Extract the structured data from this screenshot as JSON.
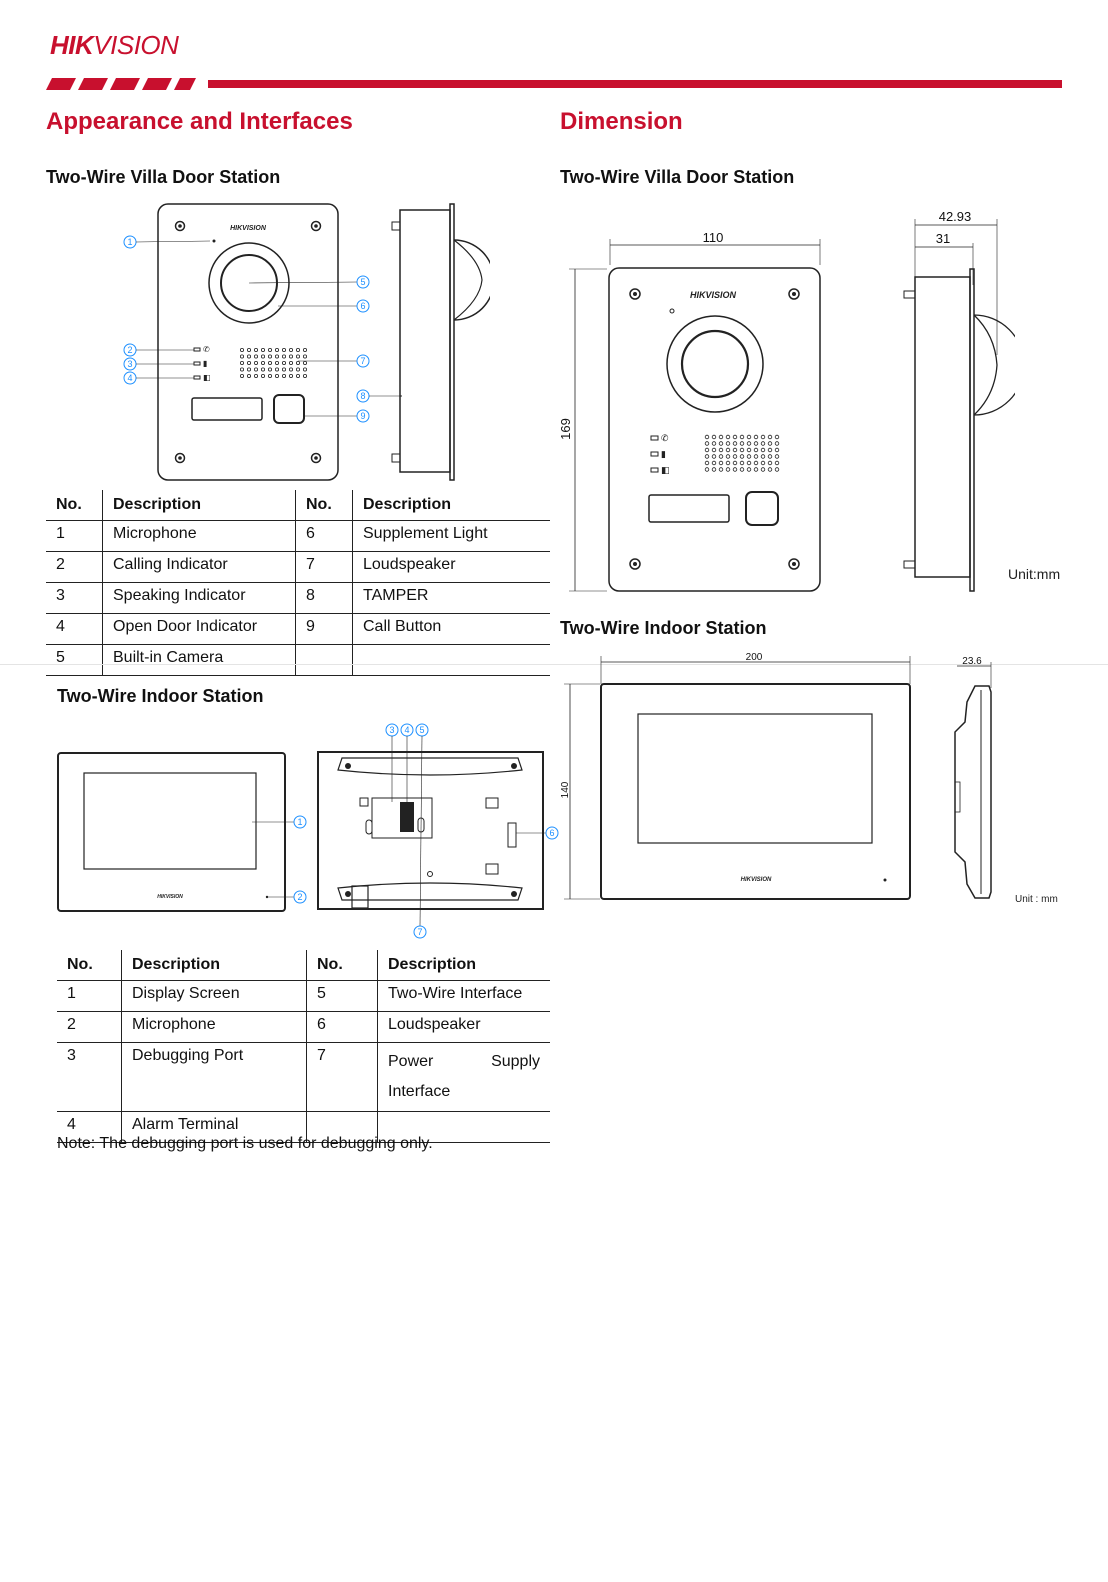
{
  "brand": {
    "name_bold": "HIK",
    "name_light": "VISION",
    "color": "#c8102e"
  },
  "appearance": {
    "title": "Appearance and Interfaces",
    "door_station": {
      "subtitle": "Two-Wire Villa Door Station",
      "headers": [
        "No.",
        "Description",
        "No.",
        "Description"
      ],
      "rows": [
        [
          "1",
          "Microphone",
          "6",
          "Supplement Light"
        ],
        [
          "2",
          "Calling Indicator",
          "7",
          "Loudspeaker"
        ],
        [
          "3",
          "Speaking Indicator",
          "8",
          "TAMPER"
        ],
        [
          "4",
          "Open Door Indicator",
          "9",
          "Call Button"
        ],
        [
          "5",
          "Built-in Camera",
          "",
          ""
        ]
      ]
    },
    "indoor_station": {
      "subtitle": "Two-Wire Indoor Station",
      "headers": [
        "No.",
        "Description",
        "No.",
        "Description"
      ],
      "rows": [
        [
          "1",
          "Display Screen",
          "5",
          "Two-Wire Interface"
        ],
        [
          "2",
          "Microphone",
          "6",
          "Loudspeaker"
        ],
        [
          "3",
          "Debugging Port",
          "7",
          "Power Supply Interface"
        ],
        [
          "4",
          "Alarm Terminal",
          "",
          ""
        ]
      ],
      "note": "Note: The debugging port is used for debugging only."
    }
  },
  "dimension": {
    "title": "Dimension",
    "door_station": {
      "subtitle": "Two-Wire Villa Door Station",
      "width": "110",
      "height": "169",
      "depth_total": "42.93",
      "depth_body": "31",
      "unit": "Unit:mm"
    },
    "indoor_station": {
      "subtitle": "Two-Wire Indoor Station",
      "width": "200",
      "height": "140",
      "depth": "23.6",
      "unit": "Unit : mm"
    }
  },
  "device_logo": "HIKVISION",
  "icons": [
    "phone-icon",
    "lock-icon",
    "door-icon",
    "screw-icon",
    "camera-lens-icon",
    "speaker-grille-icon"
  ]
}
